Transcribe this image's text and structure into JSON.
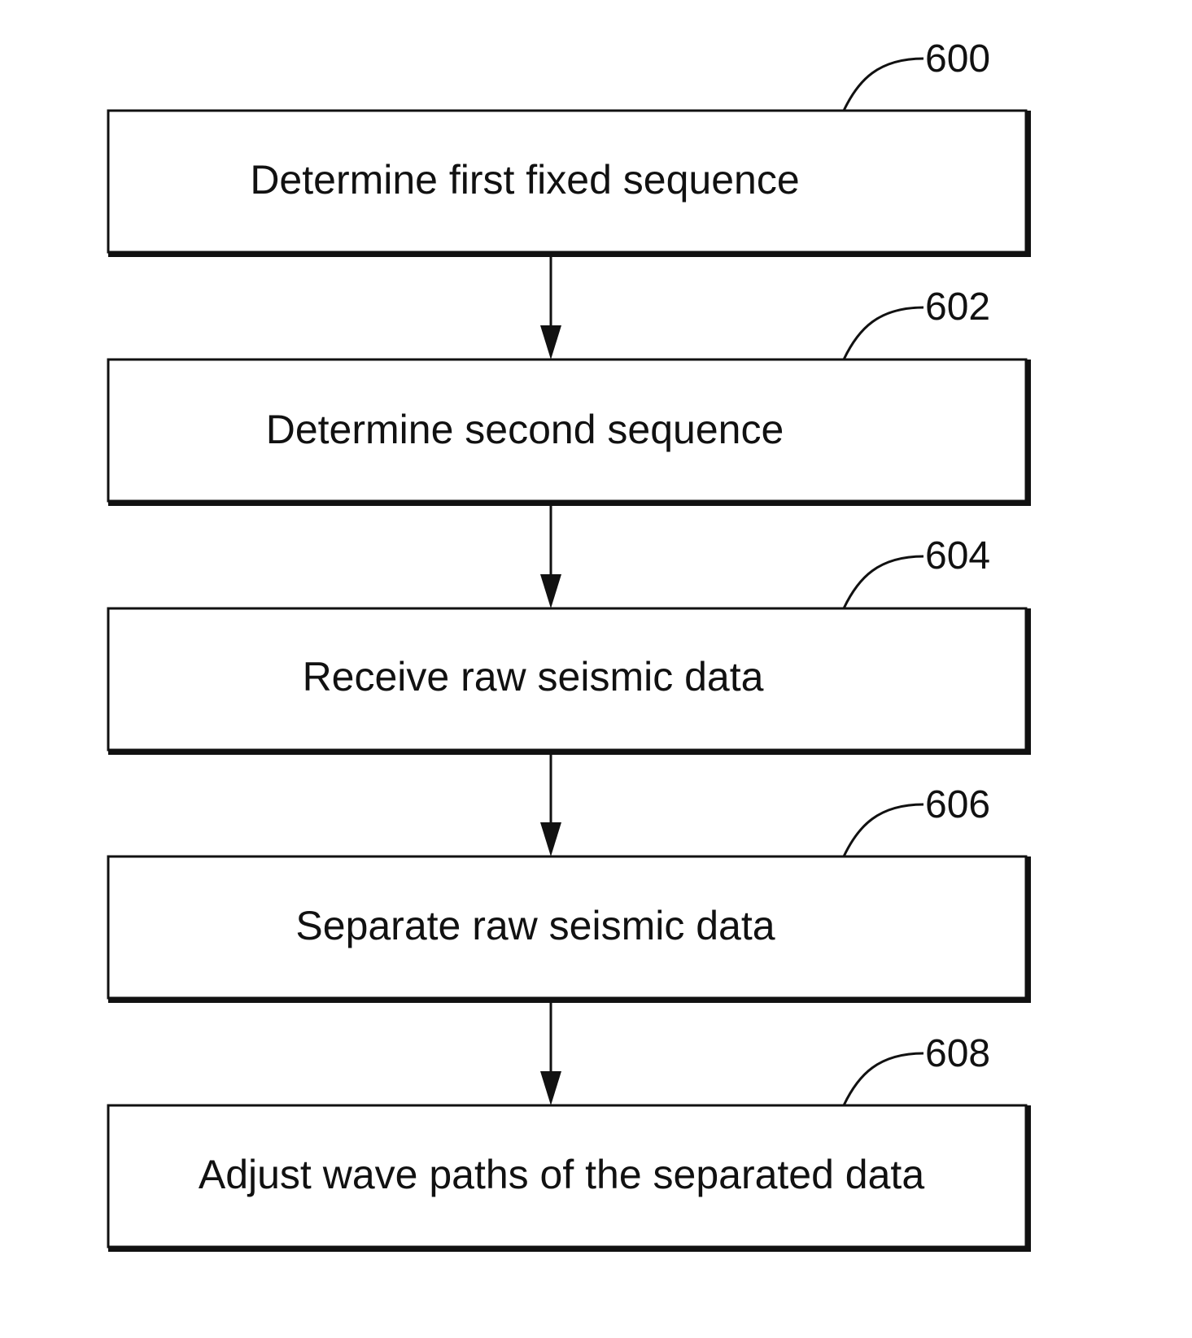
{
  "flowchart": {
    "steps": [
      {
        "ref": "600",
        "label": "Determine first fixed sequence"
      },
      {
        "ref": "602",
        "label": "Determine second sequence"
      },
      {
        "ref": "604",
        "label": "Receive raw seismic data"
      },
      {
        "ref": "606",
        "label": "Separate raw seismic data"
      },
      {
        "ref": "608",
        "label": "Adjust wave paths of the separated data"
      }
    ]
  }
}
